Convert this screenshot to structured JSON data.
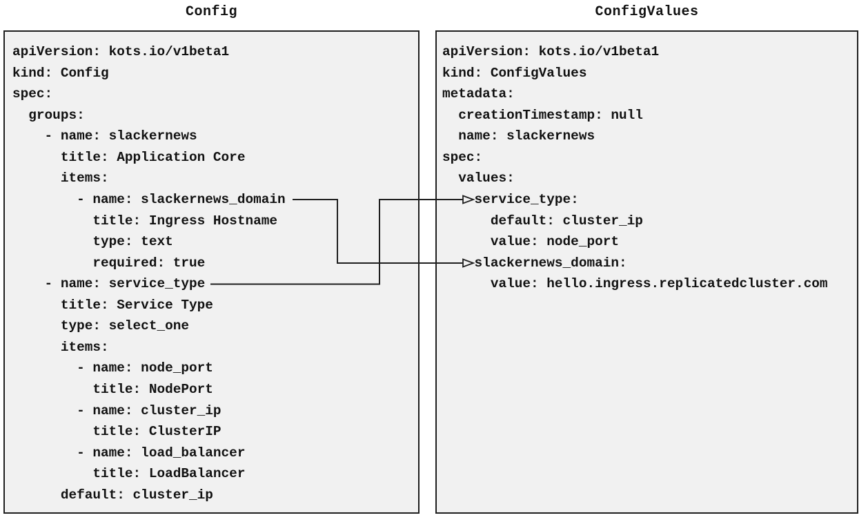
{
  "panels": {
    "config": {
      "title": "Config",
      "kind": "Config",
      "yaml_lines": [
        "apiVersion: kots.io/v1beta1",
        "kind: Config",
        "spec:",
        "  groups:",
        "    - name: slackernews",
        "      title: Application Core",
        "      items:",
        "        - name: slackernews_domain",
        "          title: Ingress Hostname",
        "          type: text",
        "          required: true",
        "    - name: service_type",
        "      title: Service Type",
        "      type: select_one",
        "      items:",
        "        - name: node_port",
        "          title: NodePort",
        "        - name: cluster_ip",
        "          title: ClusterIP",
        "        - name: load_balancer",
        "          title: LoadBalancer",
        "      default: cluster_ip"
      ]
    },
    "config_values": {
      "title": "ConfigValues",
      "kind": "ConfigValues",
      "yaml_lines": [
        "apiVersion: kots.io/v1beta1",
        "kind: ConfigValues",
        "metadata:",
        "  creationTimestamp: null",
        "  name: slackernews",
        "spec:",
        "  values:",
        "    service_type:",
        "      default: cluster_ip",
        "      value: node_port",
        "    slackernews_domain:",
        "      value: hello.ingress.replicatedcluster.com"
      ]
    }
  },
  "connections": [
    {
      "from": "Config item slackernews_domain",
      "to": "ConfigValues value slackernews_domain",
      "style": "elbow-right-down-right, open arrowhead"
    },
    {
      "from": "Config item service_type",
      "to": "ConfigValues value service_type",
      "style": "elbow-right-up-right, open arrowhead"
    }
  ],
  "colors": {
    "background": "#ffffff",
    "box_fill": "#f1f1f1",
    "box_border": "#1e1e1e",
    "text": "#111111",
    "connector": "#1e1e1e"
  }
}
